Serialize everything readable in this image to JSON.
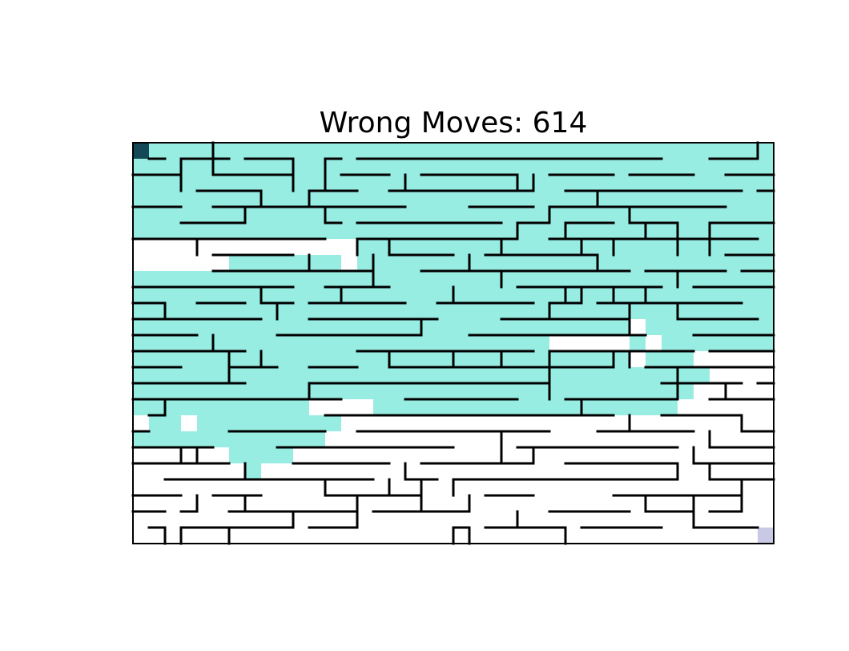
{
  "title": {
    "label": "Wrong Moves:",
    "wrong_moves": 614
  },
  "maze": {
    "rows": 25,
    "cols": 40,
    "start_cell": [
      0,
      0
    ],
    "goal_cell": [
      24,
      39
    ],
    "colors": {
      "visited": "#98ede3",
      "start": "#134957",
      "goal": "#c9c9e6",
      "wall": "#000000",
      "background": "#ffffff"
    },
    "visited_cells": [
      [
        0,
        0,
        40
      ],
      [
        1,
        0,
        40
      ],
      [
        2,
        0,
        40
      ],
      [
        3,
        0,
        40
      ],
      [
        4,
        0,
        40
      ],
      [
        5,
        0,
        40
      ],
      [
        6,
        14,
        40
      ],
      [
        7,
        6,
        13
      ],
      [
        7,
        14,
        40
      ],
      [
        8,
        0,
        40
      ],
      [
        9,
        0,
        40
      ],
      [
        10,
        0,
        40
      ],
      [
        11,
        0,
        31
      ],
      [
        11,
        32,
        40
      ],
      [
        12,
        0,
        26
      ],
      [
        12,
        31,
        32
      ],
      [
        12,
        33,
        40
      ],
      [
        13,
        0,
        31
      ],
      [
        13,
        32,
        35
      ],
      [
        14,
        0,
        36
      ],
      [
        15,
        0,
        35
      ],
      [
        16,
        0,
        11
      ],
      [
        16,
        15,
        34
      ],
      [
        17,
        1,
        3
      ],
      [
        17,
        4,
        13
      ],
      [
        18,
        0,
        12
      ],
      [
        19,
        6,
        10
      ],
      [
        20,
        7,
        8
      ]
    ],
    "walls": {
      "horizontal": [
        [
          1,
          1,
          2
        ],
        [
          1,
          3,
          6
        ],
        [
          1,
          7,
          10
        ],
        [
          1,
          12,
          13
        ],
        [
          1,
          14,
          33
        ],
        [
          1,
          36,
          39
        ],
        [
          2,
          0,
          3
        ],
        [
          2,
          5,
          10
        ],
        [
          2,
          13,
          16
        ],
        [
          2,
          18,
          24
        ],
        [
          2,
          26,
          30
        ],
        [
          2,
          31,
          35
        ],
        [
          2,
          37,
          40
        ],
        [
          3,
          4,
          8
        ],
        [
          3,
          11,
          14
        ],
        [
          3,
          16,
          25
        ],
        [
          3,
          27,
          38
        ],
        [
          3,
          39,
          40
        ],
        [
          4,
          0,
          3
        ],
        [
          4,
          5,
          17
        ],
        [
          4,
          21,
          25
        ],
        [
          4,
          26,
          37
        ],
        [
          5,
          3,
          7
        ],
        [
          5,
          12,
          13
        ],
        [
          5,
          14,
          23
        ],
        [
          5,
          24,
          26
        ],
        [
          5,
          27,
          30
        ],
        [
          5,
          31,
          34
        ],
        [
          5,
          36,
          40
        ],
        [
          6,
          0,
          12
        ],
        [
          6,
          14,
          24
        ],
        [
          6,
          26,
          39
        ],
        [
          7,
          5,
          10
        ],
        [
          7,
          16,
          20
        ],
        [
          7,
          22,
          29
        ],
        [
          7,
          37,
          40
        ],
        [
          8,
          5,
          15
        ],
        [
          8,
          18,
          31
        ],
        [
          8,
          32,
          37
        ],
        [
          8,
          38,
          40
        ],
        [
          9,
          0,
          10
        ],
        [
          9,
          12,
          16
        ],
        [
          9,
          24,
          33
        ],
        [
          9,
          35,
          40
        ],
        [
          10,
          0,
          2
        ],
        [
          10,
          4,
          7
        ],
        [
          10,
          8,
          10
        ],
        [
          10,
          11,
          17
        ],
        [
          10,
          19,
          25
        ],
        [
          10,
          26,
          28
        ],
        [
          10,
          29,
          38
        ],
        [
          11,
          0,
          8
        ],
        [
          11,
          11,
          19
        ],
        [
          11,
          23,
          31
        ],
        [
          11,
          34,
          39
        ],
        [
          12,
          0,
          4
        ],
        [
          12,
          9,
          18
        ],
        [
          12,
          21,
          32
        ],
        [
          12,
          35,
          40
        ],
        [
          13,
          0,
          7
        ],
        [
          13,
          14,
          25
        ],
        [
          13,
          26,
          35
        ],
        [
          13,
          36,
          40
        ],
        [
          14,
          0,
          3
        ],
        [
          14,
          6,
          9
        ],
        [
          14,
          11,
          14
        ],
        [
          14,
          16,
          30
        ],
        [
          14,
          32,
          40
        ],
        [
          15,
          0,
          7
        ],
        [
          15,
          11,
          26
        ],
        [
          15,
          33,
          38
        ],
        [
          15,
          39,
          40
        ],
        [
          16,
          0,
          13
        ],
        [
          16,
          17,
          24
        ],
        [
          16,
          27,
          34
        ],
        [
          16,
          36,
          40
        ],
        [
          17,
          1,
          2
        ],
        [
          17,
          12,
          30
        ],
        [
          17,
          33,
          38
        ],
        [
          18,
          0,
          1
        ],
        [
          18,
          6,
          12
        ],
        [
          18,
          14,
          26
        ],
        [
          18,
          29,
          35
        ],
        [
          18,
          38,
          40
        ],
        [
          19,
          0,
          5
        ],
        [
          19,
          9,
          20
        ],
        [
          19,
          24,
          34
        ],
        [
          19,
          36,
          40
        ],
        [
          20,
          0,
          6
        ],
        [
          20,
          10,
          16
        ],
        [
          20,
          18,
          25
        ],
        [
          20,
          27,
          34
        ],
        [
          20,
          35,
          40
        ],
        [
          21,
          2,
          15
        ],
        [
          21,
          17,
          19
        ],
        [
          21,
          20,
          34
        ],
        [
          21,
          36,
          40
        ],
        [
          22,
          0,
          3
        ],
        [
          22,
          5,
          8
        ],
        [
          22,
          12,
          18
        ],
        [
          22,
          22,
          25
        ],
        [
          22,
          30,
          38
        ],
        [
          23,
          0,
          2
        ],
        [
          23,
          3,
          4
        ],
        [
          23,
          6,
          14
        ],
        [
          23,
          15,
          21
        ],
        [
          23,
          26,
          31
        ],
        [
          23,
          32,
          35
        ],
        [
          23,
          36,
          38
        ],
        [
          24,
          1,
          2
        ],
        [
          24,
          3,
          10
        ],
        [
          24,
          11,
          14
        ],
        [
          24,
          20,
          21
        ],
        [
          24,
          22,
          27
        ],
        [
          24,
          28,
          33
        ],
        [
          24,
          35,
          39
        ]
      ],
      "vertical": [
        [
          5,
          0,
          1
        ],
        [
          39,
          0,
          1
        ],
        [
          3,
          1,
          2
        ],
        [
          5,
          1,
          2
        ],
        [
          10,
          1,
          2
        ],
        [
          12,
          1,
          2
        ],
        [
          3,
          2,
          3
        ],
        [
          10,
          2,
          3
        ],
        [
          12,
          2,
          3
        ],
        [
          17,
          2,
          3
        ],
        [
          24,
          2,
          3
        ],
        [
          25,
          2,
          3
        ],
        [
          8,
          3,
          4
        ],
        [
          11,
          3,
          4
        ],
        [
          29,
          3,
          4
        ],
        [
          7,
          4,
          5
        ],
        [
          12,
          4,
          5
        ],
        [
          26,
          4,
          5
        ],
        [
          31,
          4,
          5
        ],
        [
          24,
          5,
          6
        ],
        [
          27,
          5,
          6
        ],
        [
          32,
          5,
          6
        ],
        [
          34,
          5,
          6
        ],
        [
          36,
          5,
          6
        ],
        [
          4,
          6,
          7
        ],
        [
          14,
          6,
          7
        ],
        [
          16,
          6,
          7
        ],
        [
          23,
          6,
          7
        ],
        [
          28,
          6,
          7
        ],
        [
          30,
          6,
          7
        ],
        [
          34,
          6,
          7
        ],
        [
          36,
          6,
          7
        ],
        [
          11,
          7,
          8
        ],
        [
          15,
          7,
          8
        ],
        [
          21,
          7,
          8
        ],
        [
          29,
          7,
          8
        ],
        [
          15,
          8,
          9
        ],
        [
          23,
          8,
          9
        ],
        [
          34,
          8,
          9
        ],
        [
          8,
          9,
          10
        ],
        [
          13,
          9,
          10
        ],
        [
          20,
          9,
          10
        ],
        [
          27,
          9,
          10
        ],
        [
          28,
          9,
          10
        ],
        [
          30,
          9,
          10
        ],
        [
          32,
          9,
          10
        ],
        [
          2,
          10,
          11
        ],
        [
          9,
          10,
          11
        ],
        [
          26,
          10,
          11
        ],
        [
          31,
          10,
          11
        ],
        [
          34,
          10,
          11
        ],
        [
          18,
          11,
          12
        ],
        [
          31,
          11,
          12
        ],
        [
          5,
          12,
          13
        ],
        [
          6,
          13,
          14
        ],
        [
          8,
          13,
          14
        ],
        [
          16,
          13,
          14
        ],
        [
          20,
          13,
          14
        ],
        [
          23,
          13,
          14
        ],
        [
          26,
          13,
          14
        ],
        [
          30,
          13,
          14
        ],
        [
          31,
          13,
          14
        ],
        [
          6,
          14,
          15
        ],
        [
          26,
          14,
          15
        ],
        [
          34,
          14,
          15
        ],
        [
          11,
          15,
          16
        ],
        [
          26,
          15,
          16
        ],
        [
          34,
          15,
          16
        ],
        [
          37,
          15,
          16
        ],
        [
          2,
          16,
          17
        ],
        [
          28,
          16,
          17
        ],
        [
          31,
          17,
          18
        ],
        [
          38,
          17,
          18
        ],
        [
          23,
          18,
          19
        ],
        [
          36,
          18,
          19
        ],
        [
          3,
          19,
          20
        ],
        [
          4,
          19,
          20
        ],
        [
          23,
          19,
          20
        ],
        [
          25,
          19,
          20
        ],
        [
          35,
          19,
          20
        ],
        [
          7,
          20,
          21
        ],
        [
          17,
          20,
          21
        ],
        [
          34,
          20,
          21
        ],
        [
          36,
          20,
          21
        ],
        [
          12,
          21,
          22
        ],
        [
          16,
          21,
          22
        ],
        [
          18,
          21,
          22
        ],
        [
          20,
          21,
          22
        ],
        [
          38,
          21,
          22
        ],
        [
          4,
          22,
          23
        ],
        [
          7,
          22,
          23
        ],
        [
          14,
          22,
          23
        ],
        [
          18,
          22,
          23
        ],
        [
          21,
          22,
          23
        ],
        [
          32,
          22,
          23
        ],
        [
          35,
          22,
          23
        ],
        [
          38,
          22,
          23
        ],
        [
          10,
          23,
          24
        ],
        [
          14,
          23,
          24
        ],
        [
          24,
          23,
          24
        ],
        [
          35,
          23,
          24
        ],
        [
          2,
          24,
          25
        ],
        [
          3,
          24,
          25
        ],
        [
          6,
          24,
          25
        ],
        [
          20,
          24,
          25
        ],
        [
          21,
          24,
          25
        ],
        [
          27,
          24,
          25
        ]
      ]
    }
  }
}
